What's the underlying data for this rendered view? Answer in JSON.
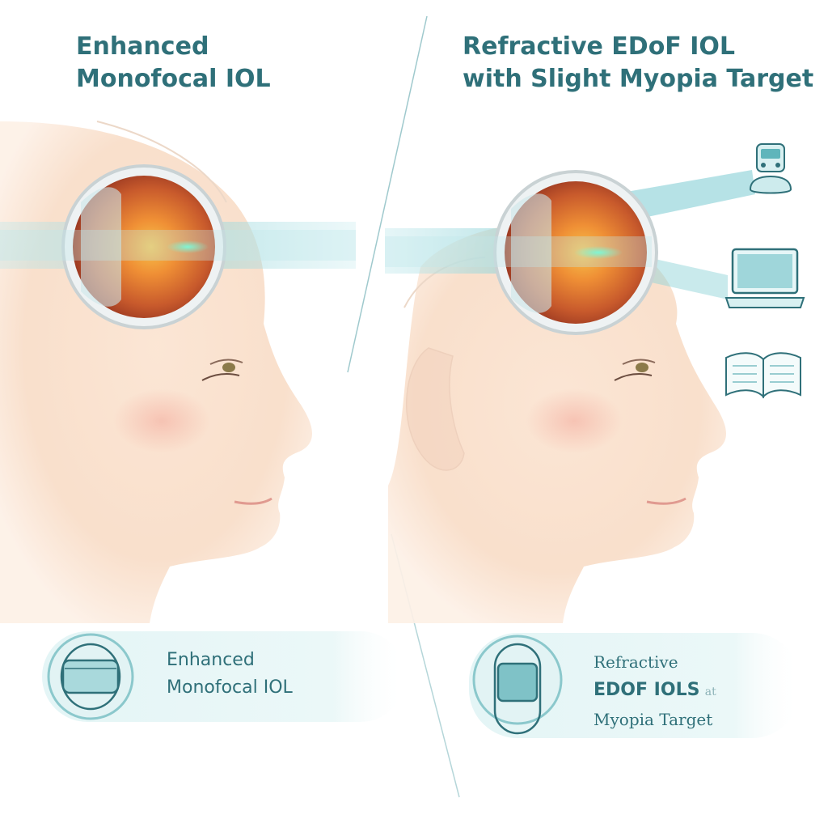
{
  "colors": {
    "accent": "#2f7079",
    "beam": "#8fd3d8",
    "skin": "#f8dcc6",
    "iris": "#c0532b",
    "core": "#f4b23a",
    "focus": "#5fe3c4"
  },
  "left": {
    "title_line1": "Enhanced",
    "title_line2": "Monofocal IOL",
    "badge_line1": "Enhanced",
    "badge_line2": "Monofocal IOL",
    "badge_icon": "monofocal-lens-icon"
  },
  "right": {
    "title_line1": "Refractive EDoF IOL",
    "title_line2": "with Slight Myopia Target",
    "badge_line1": "Refractive",
    "badge_line2": "EDOF IOLS",
    "badge_line2_suffix": "at",
    "badge_line3": "Myopia Target",
    "badge_icon": "edof-lens-icon",
    "distance_icons": [
      "train-icon",
      "laptop-icon",
      "book-icon"
    ]
  }
}
